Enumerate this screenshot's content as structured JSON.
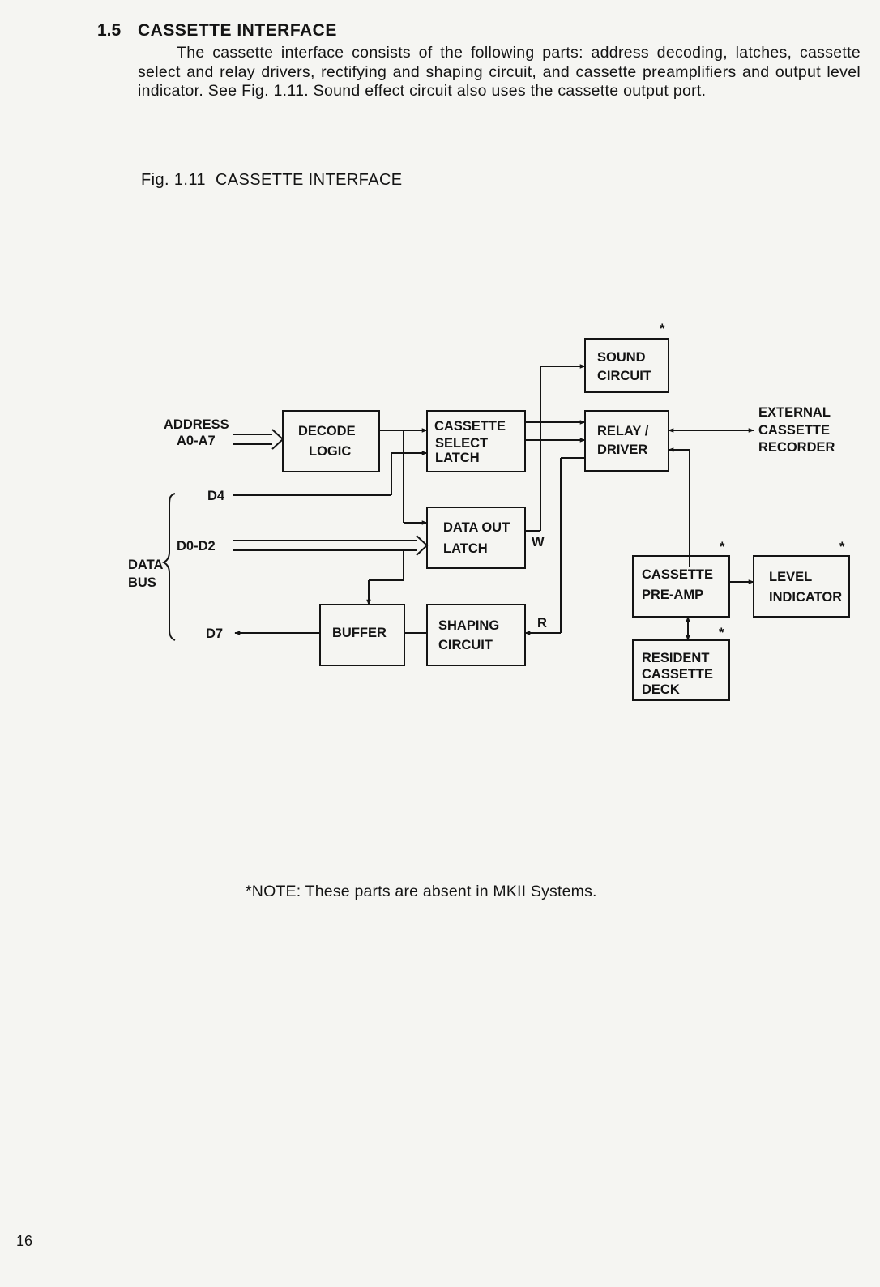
{
  "section": {
    "number": "1.5",
    "title": "CASSETTE INTERFACE",
    "paragraph": "The cassette interface consists of the following parts: address decoding, latches, cassette select and relay drivers, rectifying and shaping circuit, and cassette preamplifiers and output level indicator. See Fig. 1.11. Sound effect circuit also uses the cassette output port."
  },
  "figure": {
    "label": "Fig. 1.11",
    "title": "CASSETTE INTERFACE"
  },
  "diagram": {
    "blocks": {
      "decode_logic": [
        "DECODE",
        "LOGIC"
      ],
      "cassette_select_latch": [
        "CASSETTE",
        "SELECT",
        "LATCH"
      ],
      "data_out_latch": [
        "DATA OUT",
        "LATCH"
      ],
      "buffer": [
        "BUFFER"
      ],
      "shaping_circuit": [
        "SHAPING",
        "CIRCUIT"
      ],
      "sound_circuit": [
        "SOUND",
        "CIRCUIT"
      ],
      "relay_driver": [
        "RELAY /",
        "DRIVER"
      ],
      "cassette_preamp": [
        "CASSETTE",
        "PRE-AMP"
      ],
      "level_indicator": [
        "LEVEL",
        "INDICATOR"
      ],
      "resident_cassette_deck": [
        "RESIDENT",
        "CASSETTE",
        "DECK"
      ]
    },
    "labels": {
      "address": [
        "ADDRESS",
        "A0-A7"
      ],
      "d4": "D4",
      "d0_d2": "D0-D2",
      "data_bus": [
        "DATA",
        "BUS"
      ],
      "d7": "D7",
      "w": "W",
      "r": "R",
      "external": [
        "EXTERNAL",
        "CASSETTE",
        "RECORDER"
      ],
      "asterisk": "*"
    }
  },
  "note": "*NOTE:  These parts are absent in MKII Systems.",
  "page_number": "16",
  "colors": {
    "ink": "#141414",
    "paper": "#f5f5f2"
  }
}
